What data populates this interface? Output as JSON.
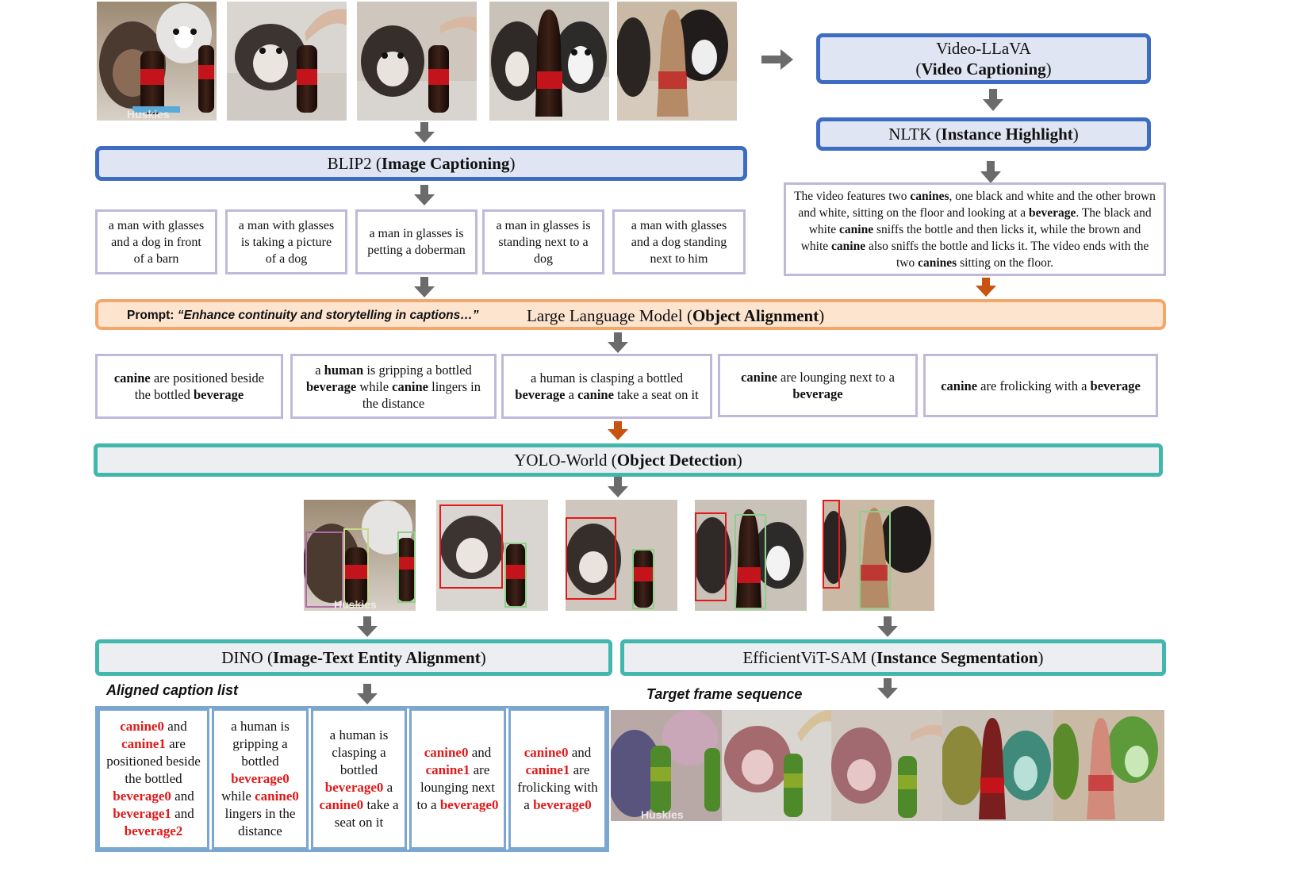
{
  "video_llava": {
    "name": "Video-LLaVA",
    "task": "Video Captioning"
  },
  "nltk": {
    "name": "NLTK",
    "task": "Instance Highlight"
  },
  "nltk_text": [
    {
      "t": "The video features two ",
      "b": false
    },
    {
      "t": "canines",
      "b": true
    },
    {
      "t": ", one black and white and the other brown and white, sitting on the floor and looking at a ",
      "b": false
    },
    {
      "t": "beverage",
      "b": true
    },
    {
      "t": ". The black and white ",
      "b": false
    },
    {
      "t": "canine",
      "b": true
    },
    {
      "t": " sniffs the bottle and then licks it, while the brown and white ",
      "b": false
    },
    {
      "t": "canine",
      "b": true
    },
    {
      "t": " also sniffs the bottle and licks it. The video ends with the two ",
      "b": false
    },
    {
      "t": "canines",
      "b": true
    },
    {
      "t": " sitting on the floor.",
      "b": false
    }
  ],
  "blip2": {
    "name": "BLIP2",
    "task": "Image Captioning"
  },
  "blip_captions": [
    "a man with glasses and a dog in front of a barn",
    "a man with glasses is taking a picture of a dog",
    "a man in glasses is petting a doberman",
    "a man in glasses is standing next to a dog",
    "a man with glasses and a dog standing next to him"
  ],
  "llm": {
    "prompt_label": "Prompt:",
    "prompt_text": "“Enhance continuity and storytelling in captions…”",
    "name": "Large Language Model",
    "task": "Object Alignment"
  },
  "aligned_captions": [
    [
      {
        "t": "canine",
        "b": true
      },
      {
        "t": " are positioned beside the bottled ",
        "b": false
      },
      {
        "t": "beverage",
        "b": true
      }
    ],
    [
      {
        "t": "a ",
        "b": false
      },
      {
        "t": "human",
        "b": true
      },
      {
        "t": " is gripping a bottled ",
        "b": false
      },
      {
        "t": "beverage",
        "b": true
      },
      {
        "t": " while ",
        "b": false
      },
      {
        "t": "canine",
        "b": true
      },
      {
        "t": " lingers in the distance",
        "b": false
      }
    ],
    [
      {
        "t": "a human is clasping a bottled ",
        "b": false
      },
      {
        "t": "beverage",
        "b": true
      },
      {
        "t": " a ",
        "b": false
      },
      {
        "t": "canine",
        "b": true
      },
      {
        "t": " take a seat on it",
        "b": false
      }
    ],
    [
      {
        "t": "canine",
        "b": true
      },
      {
        "t": " are lounging next to a ",
        "b": false
      },
      {
        "t": "beverage",
        "b": true
      }
    ],
    [
      {
        "t": "canine",
        "b": true
      },
      {
        "t": " are frolicking with a ",
        "b": false
      },
      {
        "t": "beverage",
        "b": true
      }
    ]
  ],
  "yolo": {
    "name": "YOLO-World",
    "task": "Object Detection"
  },
  "dino": {
    "name": "DINO",
    "task": "Image-Text Entity Alignment"
  },
  "sam": {
    "name": "EfficientViT-SAM",
    "task": "Instance Segmentation"
  },
  "aligned_caption_list_label": "Aligned caption list",
  "target_frame_label": "Target frame sequence",
  "watermark": "Huskies",
  "final_captions": [
    [
      {
        "t": "canine0",
        "r": true
      },
      {
        "t": " and ",
        "r": false
      },
      {
        "t": "canine1",
        "r": true
      },
      {
        "t": " are positioned beside the bottled ",
        "r": false
      },
      {
        "t": "beverage0",
        "r": true
      },
      {
        "t": " and ",
        "r": false
      },
      {
        "t": "beverage1",
        "r": true
      },
      {
        "t": " and ",
        "r": false
      },
      {
        "t": "beverage2",
        "r": true
      }
    ],
    [
      {
        "t": "a human is gripping a bottled ",
        "r": false
      },
      {
        "t": "beverage0",
        "r": true
      },
      {
        "t": " while ",
        "r": false
      },
      {
        "t": "canine0",
        "r": true
      },
      {
        "t": " lingers in the distance",
        "r": false
      }
    ],
    [
      {
        "t": "a human is clasping a bottled ",
        "r": false
      },
      {
        "t": "beverage0",
        "r": true
      },
      {
        "t": " a ",
        "r": false
      },
      {
        "t": "canine0",
        "r": true
      },
      {
        "t": " take a seat on it",
        "r": false
      }
    ],
    [
      {
        "t": "canine0",
        "r": true
      },
      {
        "t": " and ",
        "r": false
      },
      {
        "t": "canine1",
        "r": true
      },
      {
        "t": " are lounging next to a ",
        "r": false
      },
      {
        "t": "beverage0",
        "r": true
      }
    ],
    [
      {
        "t": "canine0",
        "r": true
      },
      {
        "t": " and ",
        "r": false
      },
      {
        "t": "canine1",
        "r": true
      },
      {
        "t": " are frolicking with a ",
        "r": false
      },
      {
        "t": "beverage0",
        "r": true
      }
    ]
  ],
  "colors": {
    "blue_border": "#3e6cc4",
    "orange_border": "#f3a86a",
    "teal_border": "#42b7ac",
    "caption_border": "#c0b8da",
    "list_border": "#7aa6cf",
    "highlight_red": "#e11919",
    "arrow_gray": "#6b6b6b",
    "arrow_orange": "#c8520f"
  }
}
